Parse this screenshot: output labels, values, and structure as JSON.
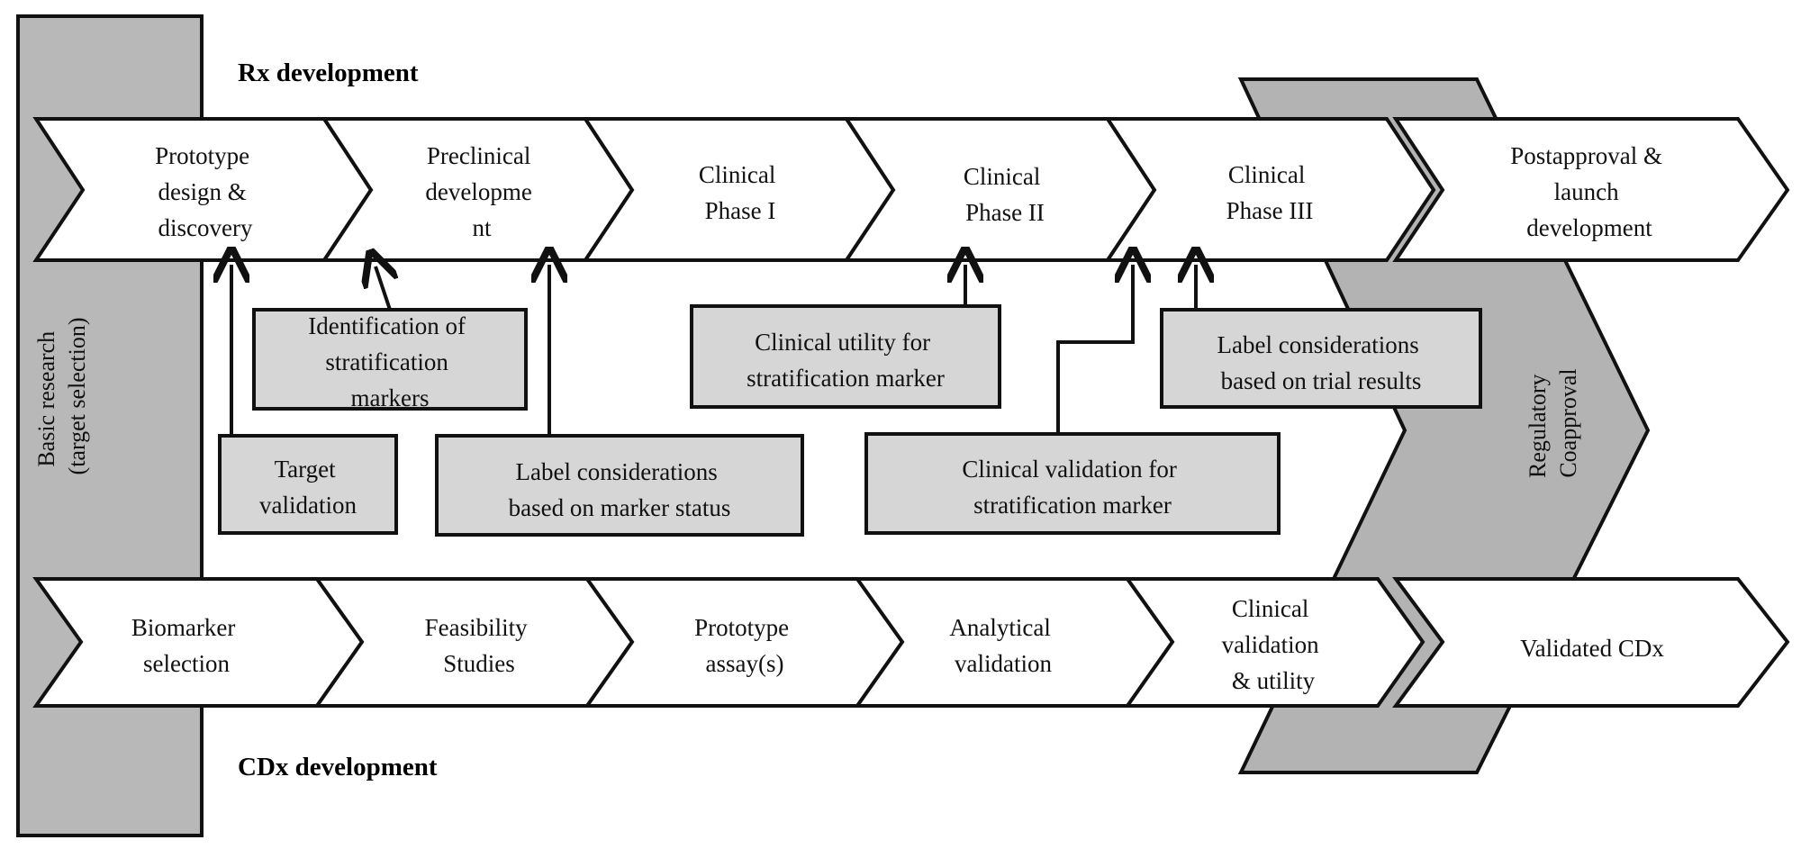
{
  "headers": {
    "rx": "Rx development",
    "cdx": "CDx development"
  },
  "left_bar": {
    "line1": "Basic research",
    "line2": "(target selection)"
  },
  "regulatory": {
    "line1": "Regulatory",
    "line2": "Coapproval"
  },
  "rx_steps": [
    [
      "Prototype",
      "design &",
      "discovery"
    ],
    [
      "Preclinical",
      "developme",
      "nt"
    ],
    [
      "Clinical",
      "Phase I"
    ],
    [
      "Clinical",
      "Phase II"
    ],
    [
      "Clinical",
      "Phase III"
    ],
    [
      "Postapproval &",
      "launch",
      "development"
    ]
  ],
  "cdx_steps": [
    [
      "Biomarker",
      "selection"
    ],
    [
      "Feasibility",
      "Studies"
    ],
    [
      "Prototype",
      "assay(s)"
    ],
    [
      "Analytical",
      "validation"
    ],
    [
      "Clinical",
      "validation",
      "& utility"
    ],
    [
      "Validated CDx"
    ]
  ],
  "boxes": {
    "identification": [
      "Identification of",
      "stratification",
      "markers"
    ],
    "target_validation": [
      "Target",
      "validation"
    ],
    "label_marker": [
      "Label considerations",
      "based on marker status"
    ],
    "clinical_utility": [
      "Clinical utility for",
      "stratification marker"
    ],
    "clinical_validation": [
      "Clinical validation for",
      "stratification marker"
    ],
    "label_trial": [
      "Label considerations",
      "based on trial results"
    ]
  },
  "colors": {
    "box_fill": "#d6d6d6",
    "bar_fill": "#b8b8b8",
    "chevron_fill": "#ffffff",
    "stroke": "#111111"
  }
}
